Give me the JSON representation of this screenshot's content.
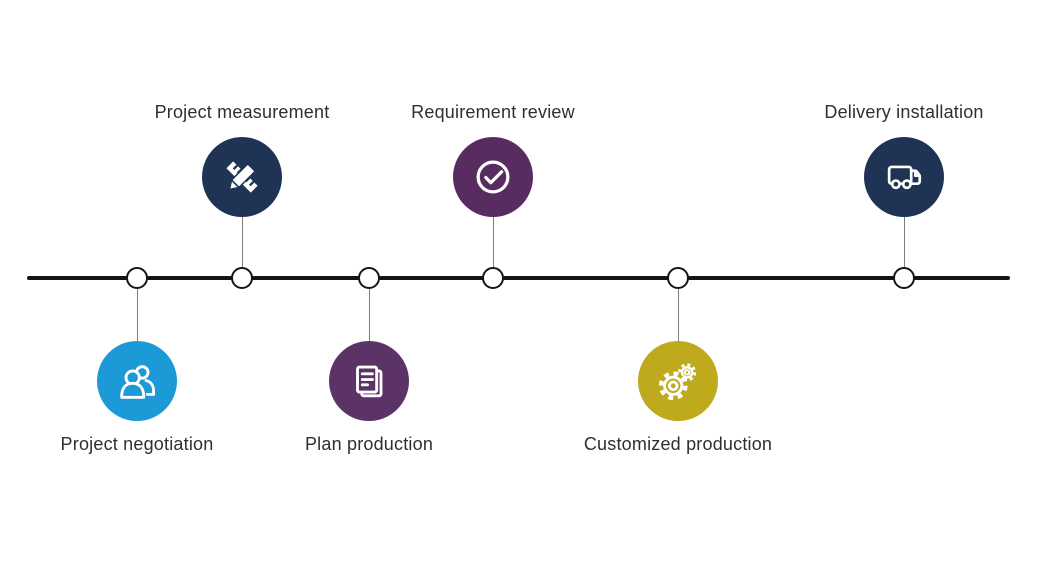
{
  "diagram": {
    "type": "process-timeline",
    "background": "#ffffff",
    "text_color": "#2f2f2f"
  },
  "timeline": {
    "line_color": "#141414",
    "node_fill": "#ffffff",
    "node_border_color": "#161616",
    "connector_color": "#7d7d7d"
  },
  "steps": [
    {
      "label": "Project negotiation",
      "icon": "users-icon",
      "color": "#1b9ad7",
      "side": "below"
    },
    {
      "label": "Project measurement",
      "icon": "pencil-ruler-icon",
      "color": "#1f3354",
      "side": "above"
    },
    {
      "label": "Plan production",
      "icon": "document-icon",
      "color": "#5c3366",
      "side": "below"
    },
    {
      "label": "Requirement review",
      "icon": "check-circle-icon",
      "color": "#582c60",
      "side": "above"
    },
    {
      "label": "Customized production",
      "icon": "gears-icon",
      "color": "#bfa91c",
      "side": "below"
    },
    {
      "label": "Delivery installation",
      "icon": "truck-icon",
      "color": "#1f3354",
      "side": "above"
    }
  ]
}
